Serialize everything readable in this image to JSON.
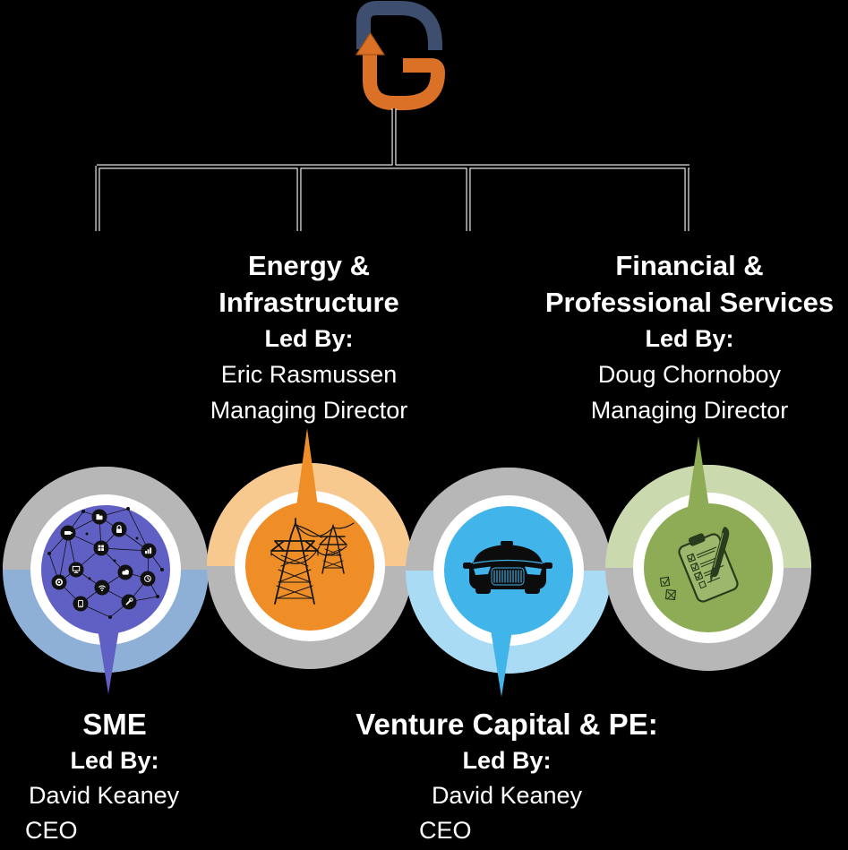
{
  "page": {
    "background": "#000000",
    "description": "DG Group org chart with four business units"
  },
  "logo": {
    "name": "DG monogram with up arrow",
    "colors": {
      "d_letter": "#3d4e6f",
      "g_letter": "#da7127",
      "arrow_outline": "#a85415"
    }
  },
  "connector": {
    "line_color": "#000000",
    "outline_color": "#ffffff"
  },
  "org_units": [
    {
      "id": "sme",
      "title_lines": [
        "SME"
      ],
      "led_by_label": "Led By:",
      "leader": "David Keaney",
      "role": "CEO",
      "icon": "network-icon",
      "colors": {
        "ring_top": "#b7b7b7",
        "ring_bottom": "#8fb0d6",
        "ring_mid": "#ffffff",
        "inner": "#605fc4"
      }
    },
    {
      "id": "energy-infrastructure",
      "title_lines": [
        "Energy &",
        "Infrastructure"
      ],
      "led_by_label": "Led By:",
      "leader": "Eric Rasmussen",
      "role": "Managing Director",
      "icon": "power-towers-icon",
      "colors": {
        "ring_top": "#f8c98e",
        "ring_bottom": "#b7b7b7",
        "ring_mid": "#ffffff",
        "inner": "#ef8d26"
      }
    },
    {
      "id": "venture-capital-pe",
      "title_lines": [
        "Venture Capital & PE:"
      ],
      "led_by_label": "Led By:",
      "leader": "David Keaney",
      "role": "CEO",
      "icon": "car-icon",
      "colors": {
        "ring_top": "#b7b7b7",
        "ring_bottom": "#a9dbf4",
        "ring_mid": "#ffffff",
        "inner": "#41b4e9"
      }
    },
    {
      "id": "financial-professional-services",
      "title_lines": [
        "Financial &",
        "Professional Services"
      ],
      "led_by_label": "Led By:",
      "leader": "Doug Chornoboy",
      "role": "Managing Director",
      "icon": "clipboard-pen-icon",
      "colors": {
        "ring_top": "#cbd9ae",
        "ring_bottom": "#b7b7b7",
        "ring_mid": "#ffffff",
        "inner": "#8dac55"
      }
    }
  ]
}
